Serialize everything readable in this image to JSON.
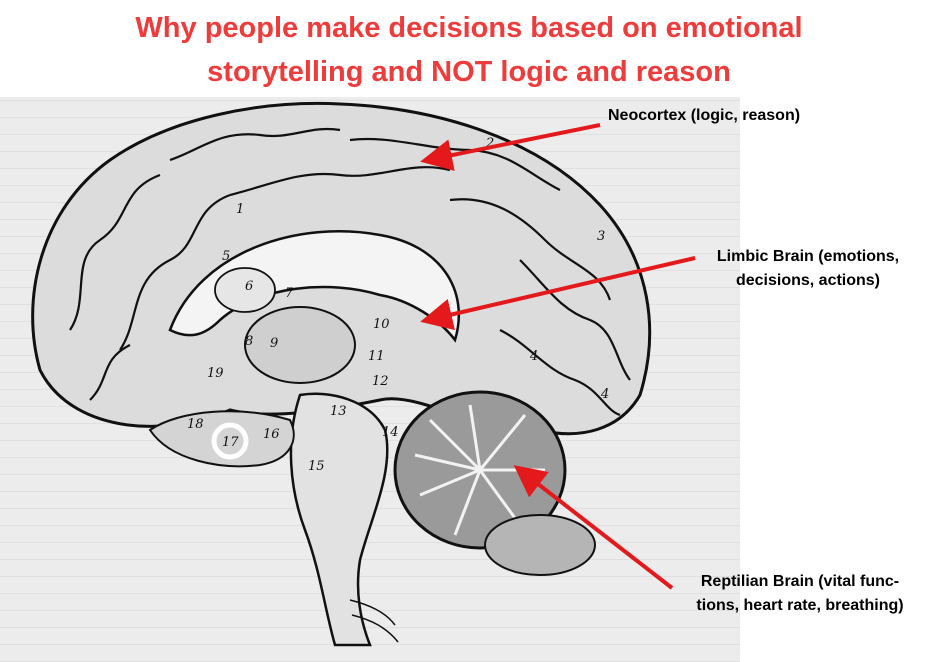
{
  "title": {
    "line1": "Why people make decisions based on emotional",
    "line2": "storytelling and NOT logic and reason"
  },
  "labels": {
    "neocortex": "Neocortex (logic, reason)",
    "limbic_line1": "Limbic Brain (emotions,",
    "limbic_line2": "decisions, actions)",
    "reptilian_line1": "Reptilian Brain (vital func-",
    "reptilian_line2": "tions, heart rate, breathing)"
  },
  "region_numbers": [
    "1",
    "2",
    "3",
    "4",
    "4",
    "5",
    "6",
    "7",
    "8",
    "9",
    "10",
    "11",
    "12",
    "13",
    "14",
    "15",
    "16",
    "17",
    "18",
    "19"
  ],
  "colors": {
    "title": "#ee3b3b",
    "arrow": "#e3191c",
    "engraving_background": "#ececec",
    "highlight_circle": "#ffffff"
  }
}
